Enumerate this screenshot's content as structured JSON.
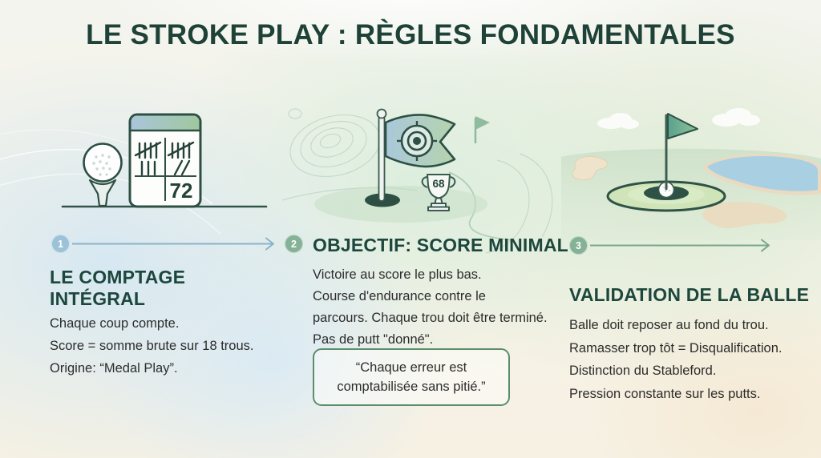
{
  "title": "LE STROKE PLAY : RÈGLES FONDAMENTALES",
  "columns": [
    {
      "step_number": "1",
      "heading": "LE COMPTAGE INTÉGRAL",
      "body": "Chaque coup compte.\nScore = somme brute sur 18 trous.\nOrigine: “Medal Play”.",
      "illustration": {
        "name": "golf-ball-on-tee-with-scorecard",
        "scorecard_total": "72"
      }
    },
    {
      "step_number": "2",
      "heading": "OBJECTIF: SCORE MINIMAL",
      "body": "Victoire au score le plus bas.\nCourse d'endurance contre le\nparcours. Chaque trou doit être terminé.\nPas de putt \"donné\".",
      "quote": "“Chaque erreur est\ncomptabilisée sans pitié.”",
      "illustration": {
        "name": "target-flag-with-trophy",
        "trophy_score": "68"
      }
    },
    {
      "step_number": "3",
      "heading": "VALIDATION DE LA BALLE",
      "body": "Balle doit reposer au fond du trou.\nRamasser trop tôt = Disqualification.\nDistinction du Stableford.\nPression constante sur les putts.",
      "illustration": {
        "name": "golf-green-ball-in-hole"
      }
    }
  ],
  "colors": {
    "title_text": "#1e4138",
    "heading_text": "#1d473d",
    "body_text": "#2c2c2c",
    "badge_blue": "#9cc2d8",
    "badge_green": "#85b297",
    "arrow_blue": "#8ab3c9",
    "arrow_green": "#77a98a",
    "outline_dark_green": "#2e4f44",
    "quote_border": "#5c8e6e",
    "background_blue": "#d6e8f2",
    "background_green": "#dceede",
    "background_cream": "#f6f1e3",
    "water_blue": "#a9cfe2",
    "bunker_sand": "#ebdfc6"
  }
}
